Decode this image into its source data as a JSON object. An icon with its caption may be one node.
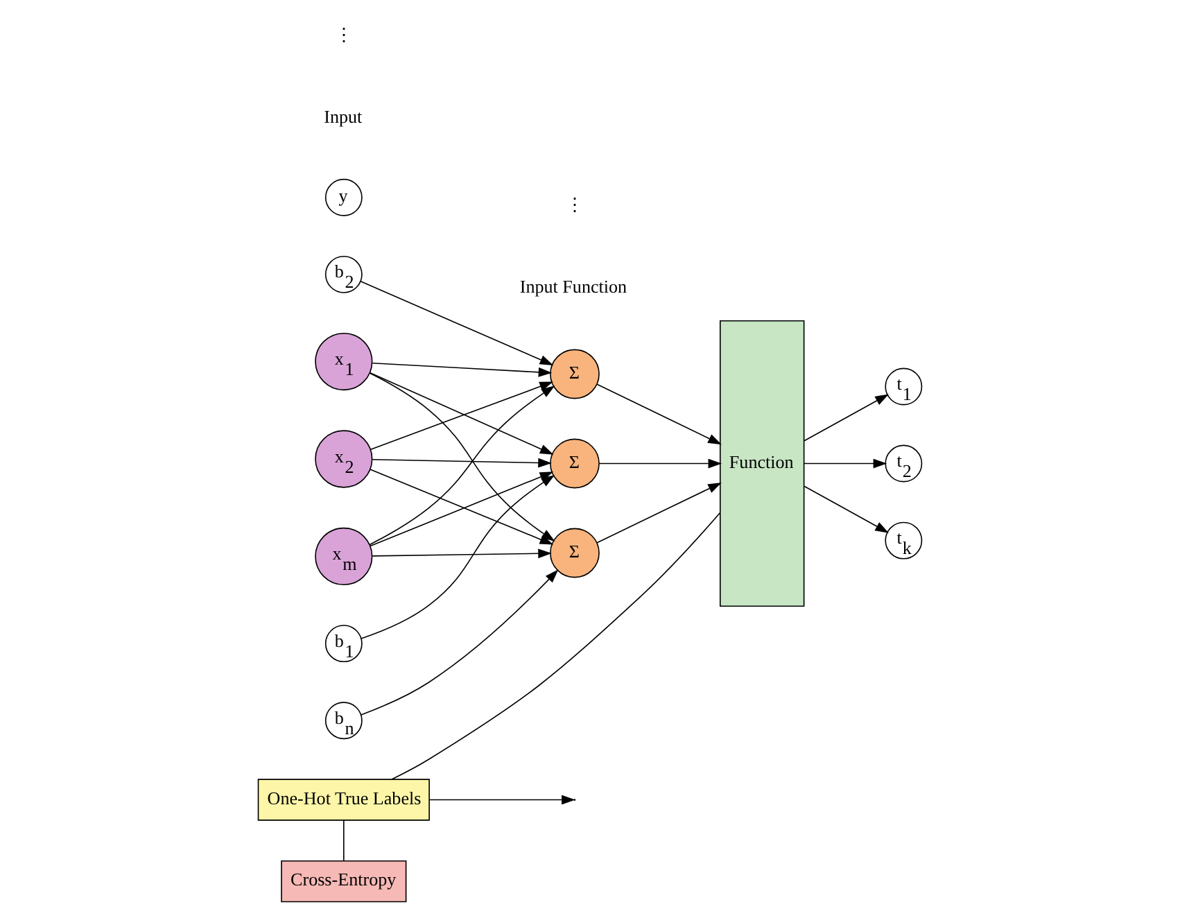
{
  "diagram": {
    "nodes": [
      {
        "text": [
          "x$_{1}$"
        ]
      },
      {
        "text": [
          "x$_{2}$"
        ]
      },
      {
        "text": [
          "x$_{m}$"
        ]
      },
      {
        "text": [
          "b$_{1}$"
        ]
      },
      {
        "text": [
          "b$_{2}$"
        ]
      },
      {
        "text": [
          "b$_{n}$"
        ]
      },
      {
        "text": [
          "Σ"
        ]
      },
      {
        "text": [
          "Σ"
        ]
      },
      {
        "text": [
          "Σ"
        ]
      },
      {
        "text": [
          "Function"
        ]
      },
      {
        "text": [
          "t$_{1}$"
        ]
      },
      {
        "text": [
          "t$_{2}$"
        ]
      },
      {
        "text": [
          "t$_{k}$"
        ]
      },
      {
        "text": [
          "y"
        ]
      },
      {
        "text": [
          "One-Hot True Labels"
        ]
      },
      {
        "text": [
          "Cross-Entropy"
        ]
      }
    ],
    "edges": [
      {
        "from": 0,
        "to": 6,
        "arrow": "to"
      },
      {
        "from": 0,
        "to": 7,
        "arrow": "to"
      },
      {
        "from": 0,
        "to": 8,
        "arrow": "to"
      },
      {
        "from": 1,
        "to": 6,
        "arrow": "to"
      },
      {
        "from": 1,
        "to": 7,
        "arrow": "to"
      },
      {
        "from": 1,
        "to": 8,
        "arrow": "to"
      },
      {
        "from": 2,
        "to": 6,
        "arrow": "to"
      },
      {
        "from": 2,
        "to": 7,
        "arrow": "to"
      },
      {
        "from": 2,
        "to": 8,
        "arrow": "to"
      },
      {
        "from": 3,
        "to": 6,
        "arrow": "to"
      },
      {
        "from": 4,
        "to": 7,
        "arrow": "to"
      },
      {
        "from": 5,
        "to": 8,
        "arrow": "to"
      },
      {
        "from": 6,
        "to": 9,
        "arrow": "to"
      },
      {
        "from": 7,
        "to": 9,
        "arrow": "to"
      },
      {
        "from": 8,
        "to": 9,
        "arrow": "to"
      },
      {
        "from": 9,
        "to": 10,
        "arrow": "to"
      },
      {
        "from": 9,
        "to": 11,
        "arrow": "to"
      },
      {
        "from": 9,
        "to": 12,
        "arrow": "to"
      },
      {
        "from": 9,
        "to": 14,
        "arrow": "none"
      },
      {
        "from": 14,
        "to": null,
        "arrow": "to"
      },
      {
        "from": 14,
        "to": 15,
        "arrow": "none"
      }
    ],
    "labels": [
      "Input",
      "Input Function",
      "⋮",
      "⋮"
    ]
  }
}
